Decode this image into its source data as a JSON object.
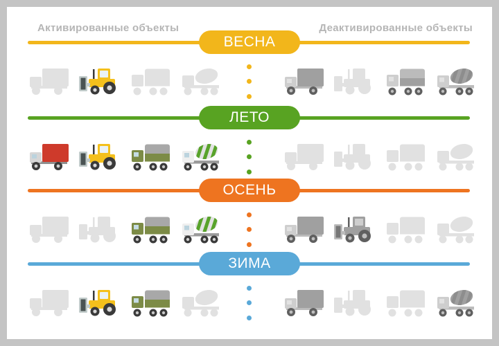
{
  "header": {
    "activated_label": "Активированные объекты",
    "deactivated_label": "Деактивированные объекты"
  },
  "colors": {
    "spring": "#F2B61B",
    "summer": "#58A322",
    "autumn": "#EE7420",
    "winter": "#5AA9D8",
    "ghost_silhouette": "#E1E1E1",
    "header_text": "#B5B5B5",
    "frame_border": "#C4C4C4",
    "card_background": "#FFFFFF"
  },
  "icons": {
    "box-truck": "box delivery truck icon",
    "tractor": "front-loader tractor icon",
    "canvas-truck": "covered military cargo truck icon",
    "mixer": "concrete mixer truck icon"
  },
  "seasons": [
    {
      "id": "spring",
      "label": "ВЕСНА",
      "color": "#F2B61B",
      "activated": [
        {
          "type": "box-truck",
          "state": "ghost"
        },
        {
          "type": "tractor",
          "state": "active"
        },
        {
          "type": "canvas-truck",
          "state": "ghost"
        },
        {
          "type": "mixer",
          "state": "ghost"
        }
      ],
      "deactivated": [
        {
          "type": "box-truck",
          "state": "gray"
        },
        {
          "type": "tractor",
          "state": "ghost"
        },
        {
          "type": "canvas-truck",
          "state": "gray"
        },
        {
          "type": "mixer",
          "state": "gray"
        }
      ]
    },
    {
      "id": "summer",
      "label": "ЛЕТО",
      "color": "#58A322",
      "activated": [
        {
          "type": "box-truck",
          "state": "active"
        },
        {
          "type": "tractor",
          "state": "active"
        },
        {
          "type": "canvas-truck",
          "state": "active"
        },
        {
          "type": "mixer",
          "state": "active"
        }
      ],
      "deactivated": [
        {
          "type": "box-truck",
          "state": "ghost"
        },
        {
          "type": "tractor",
          "state": "ghost"
        },
        {
          "type": "canvas-truck",
          "state": "ghost"
        },
        {
          "type": "mixer",
          "state": "ghost"
        }
      ]
    },
    {
      "id": "autumn",
      "label": "ОСЕНЬ",
      "color": "#EE7420",
      "activated": [
        {
          "type": "box-truck",
          "state": "ghost"
        },
        {
          "type": "tractor",
          "state": "ghost"
        },
        {
          "type": "canvas-truck",
          "state": "active"
        },
        {
          "type": "mixer",
          "state": "active"
        }
      ],
      "deactivated": [
        {
          "type": "box-truck",
          "state": "gray"
        },
        {
          "type": "tractor",
          "state": "gray"
        },
        {
          "type": "canvas-truck",
          "state": "ghost"
        },
        {
          "type": "mixer",
          "state": "ghost"
        }
      ]
    },
    {
      "id": "winter",
      "label": "ЗИМА",
      "color": "#5AA9D8",
      "activated": [
        {
          "type": "box-truck",
          "state": "ghost"
        },
        {
          "type": "tractor",
          "state": "active"
        },
        {
          "type": "canvas-truck",
          "state": "active"
        },
        {
          "type": "mixer",
          "state": "ghost"
        }
      ],
      "deactivated": [
        {
          "type": "box-truck",
          "state": "gray"
        },
        {
          "type": "tractor",
          "state": "ghost"
        },
        {
          "type": "canvas-truck",
          "state": "ghost"
        },
        {
          "type": "mixer",
          "state": "gray"
        }
      ]
    }
  ]
}
